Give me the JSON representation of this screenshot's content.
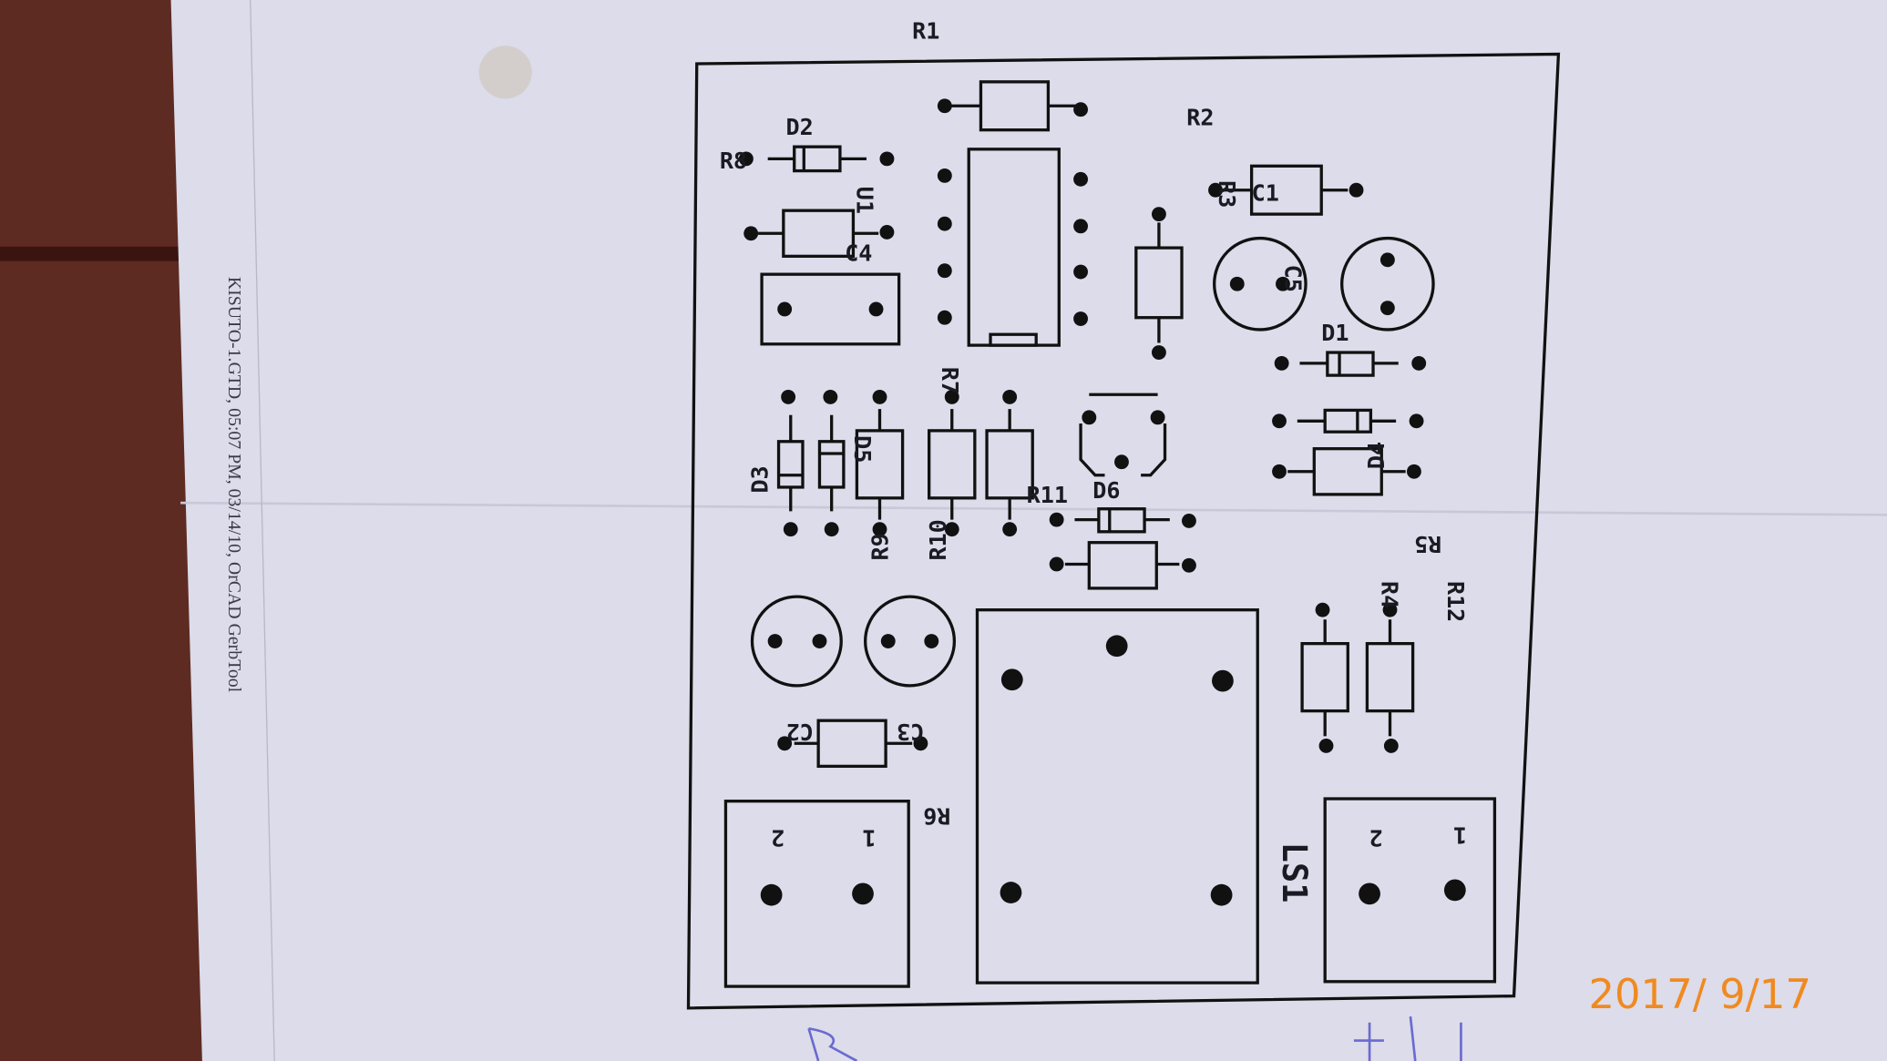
{
  "photo": {
    "side_caption": "KISUTO-1.GTD, 05:07 PM, 03/14/10, OrCAD GerbTool",
    "camera_date": "2017/ 9/17",
    "colors": {
      "paper": "#dcdcea",
      "wood": "#5a2a20",
      "ink": "#111111",
      "date": "#f08a20"
    }
  },
  "pcb": {
    "labels": {
      "R1": "R1",
      "R2": "R2",
      "R3": "R3",
      "R4": "R4",
      "R5": "R5",
      "R6": "R6",
      "R7": "R7",
      "R8": "R8",
      "R9": "R9",
      "R10": "R10",
      "R11": "R11",
      "R12": "R12",
      "C1": "C1",
      "C2": "C2",
      "C3": "C3",
      "C4": "C4",
      "C5": "C5",
      "D1": "D1",
      "D2": "D2",
      "D3": "D3",
      "D4": "D4",
      "D5": "D5",
      "D6": "D6",
      "U1": "U1",
      "LS1": "LS1"
    },
    "connector_left": {
      "pin1": "1",
      "pin2": "2"
    },
    "connector_right": {
      "pin1": "1",
      "pin2": "2"
    }
  }
}
